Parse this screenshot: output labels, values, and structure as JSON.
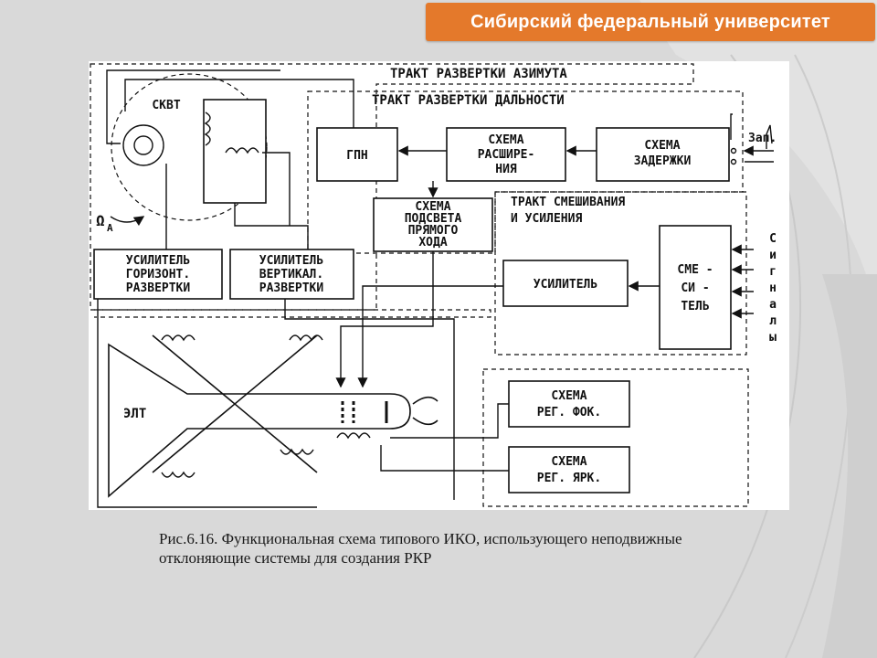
{
  "header": {
    "university": "Сибирский федеральный университет"
  },
  "diagram": {
    "sections": {
      "azimuth_path": "ТРАКТ РАЗВЕРТКИ АЗИМУТА",
      "range_path": "ТРАКТ РАЗВЕРТКИ ДАЛЬНОСТИ",
      "mixing_path_line1": "ТРАКТ СМЕШИВАНИЯ",
      "mixing_path_line2": "И УСИЛЕНИЯ"
    },
    "blocks": {
      "skvt": "СКВТ",
      "gpn": "ГПН",
      "expansion_line1": "СХЕМА",
      "expansion_line2": "РАСШИРЕ-",
      "expansion_line3": "НИЯ",
      "delay_line1": "СХЕМА",
      "delay_line2": "ЗАДЕРЖКИ",
      "highlight_line1": "СХЕМА",
      "highlight_line2": "ПОДСВЕТА",
      "highlight_line3": "ПРЯМОГО",
      "highlight_line4": "ХОДА",
      "amp_h_line1": "УСИЛИТЕЛЬ",
      "amp_h_line2": "ГОРИЗОНТ.",
      "amp_h_line3": "РАЗВЕРТКИ",
      "amp_v_line1": "УСИЛИТЕЛЬ",
      "amp_v_line2": "ВЕРТИКАЛ.",
      "amp_v_line3": "РАЗВЕРТКИ",
      "amplifier": "УСИЛИТЕЛЬ",
      "mixer_line1": "СМЕ -",
      "mixer_line2": "СИ -",
      "mixer_line3": "ТЕЛЬ",
      "crt": "ЭЛТ",
      "focus_line1": "СХЕМА",
      "focus_line2": "РЕГ. ФОК.",
      "bright_line1": "СХЕМА",
      "bright_line2": "РЕГ. ЯРК."
    },
    "labels": {
      "trigger": "Зап.",
      "omega": "Ω",
      "omega_sub": "А",
      "signals": [
        "С",
        "и",
        "г",
        "н",
        "а",
        "л",
        "ы"
      ]
    }
  },
  "caption": {
    "line1": "Рис.6.16. Функциональная схема типового ИКО, использующего неподвижные",
    "line2": "отклоняющие системы для создания РКР"
  }
}
